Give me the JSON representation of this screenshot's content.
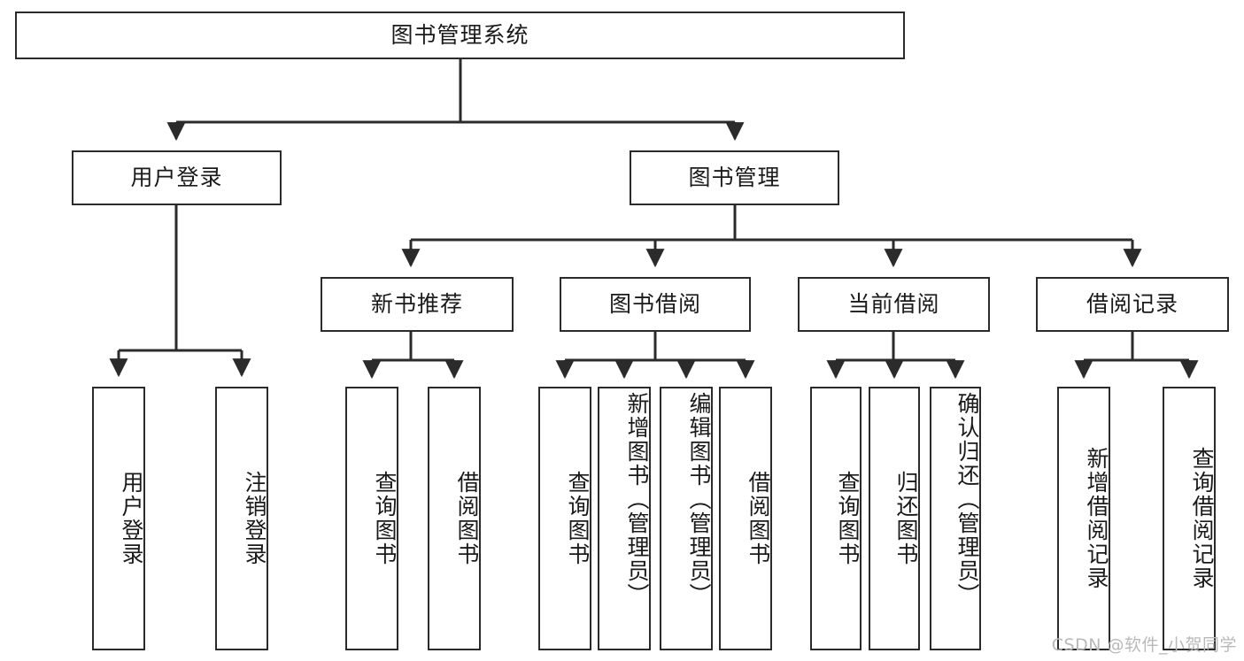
{
  "diagram": {
    "title": "图书管理系统",
    "type": "tree",
    "watermark": "CSDN @软件_小贺同学",
    "colors": {
      "stroke": "#2b2b2b",
      "fill": "#ffffff",
      "text": "#1a1a1a",
      "watermark": "#b9b9b9"
    },
    "levels": {
      "root": {
        "label": "图书管理系统"
      },
      "level2": [
        {
          "id": "user-login",
          "label": "用户登录"
        },
        {
          "id": "book-management",
          "label": "图书管理"
        }
      ],
      "level3": [
        {
          "id": "new-book-recommend",
          "label": "新书推荐",
          "parent": "book-management"
        },
        {
          "id": "book-borrow",
          "label": "图书借阅",
          "parent": "book-management"
        },
        {
          "id": "current-borrow",
          "label": "当前借阅",
          "parent": "book-management"
        },
        {
          "id": "borrow-record",
          "label": "借阅记录",
          "parent": "book-management"
        }
      ],
      "leaves": {
        "user-login": [
          {
            "id": "leaf-user-login",
            "label": "用户登录"
          },
          {
            "id": "leaf-user-logout",
            "label": "注销登录"
          }
        ],
        "new-book-recommend": [
          {
            "id": "leaf-query-book-1",
            "label": "查询图书"
          },
          {
            "id": "leaf-borrow-book-1",
            "label": "借阅图书"
          }
        ],
        "book-borrow": [
          {
            "id": "leaf-query-book-2",
            "label": "查询图书"
          },
          {
            "id": "leaf-add-book",
            "label": "新增图书（管理员）"
          },
          {
            "id": "leaf-edit-book",
            "label": "编辑图书（管理员）"
          },
          {
            "id": "leaf-borrow-book-2",
            "label": "借阅图书"
          }
        ],
        "current-borrow": [
          {
            "id": "leaf-query-book-3",
            "label": "查询图书"
          },
          {
            "id": "leaf-return-book",
            "label": "归还图书"
          },
          {
            "id": "leaf-confirm-return",
            "label": "确认归还（管理员）"
          }
        ],
        "borrow-record": [
          {
            "id": "leaf-add-record",
            "label": "新增借阅记录"
          },
          {
            "id": "leaf-query-record",
            "label": "查询借阅记录"
          }
        ]
      }
    }
  }
}
